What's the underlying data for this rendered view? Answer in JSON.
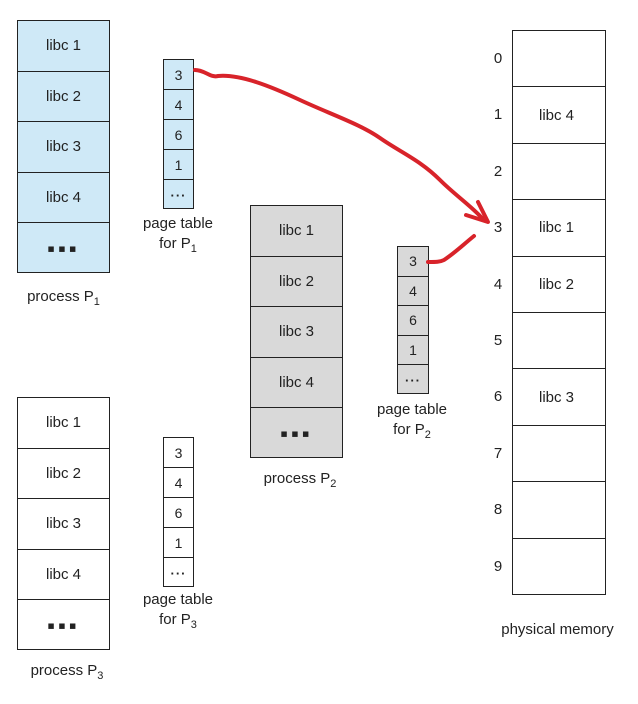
{
  "process_p1": {
    "pages": [
      "libc 1",
      "libc 2",
      "libc 3",
      "libc 4",
      "▪▪▪"
    ],
    "label_main": "process  P",
    "label_sub": "1"
  },
  "page_table_p1": {
    "entries": [
      "3",
      "4",
      "6",
      "1",
      "···"
    ],
    "label_line1": "page table",
    "label_line2": "for P",
    "label_sub": "1"
  },
  "process_p2": {
    "pages": [
      "libc 1",
      "libc 2",
      "libc 3",
      "libc 4",
      "▪▪▪"
    ],
    "label_main": "process  P",
    "label_sub": "2"
  },
  "page_table_p2": {
    "entries": [
      "3",
      "4",
      "6",
      "1",
      "···"
    ],
    "label_line1": "page table",
    "label_line2": "for P",
    "label_sub": "2"
  },
  "process_p3": {
    "pages": [
      "libc 1",
      "libc 2",
      "libc 3",
      "libc 4",
      "▪▪▪"
    ],
    "label_main": "process  P",
    "label_sub": "3"
  },
  "page_table_p3": {
    "entries": [
      "3",
      "4",
      "6",
      "1",
      "···"
    ],
    "label_line1": "page table",
    "label_line2": "for P",
    "label_sub": "3"
  },
  "physical_memory": {
    "frame_numbers": [
      "0",
      "1",
      "2",
      "3",
      "4",
      "5",
      "6",
      "7",
      "8",
      "9"
    ],
    "frames": [
      "",
      "libc 4",
      "",
      "libc 1",
      "libc 2",
      "",
      "libc 3",
      "",
      "",
      ""
    ],
    "label": "physical memory"
  },
  "colors": {
    "p1_fill": "#cfe9f7",
    "p2_fill": "#d9d9d9",
    "p3_fill": "#ffffff",
    "arrow": "#d8232a"
  }
}
